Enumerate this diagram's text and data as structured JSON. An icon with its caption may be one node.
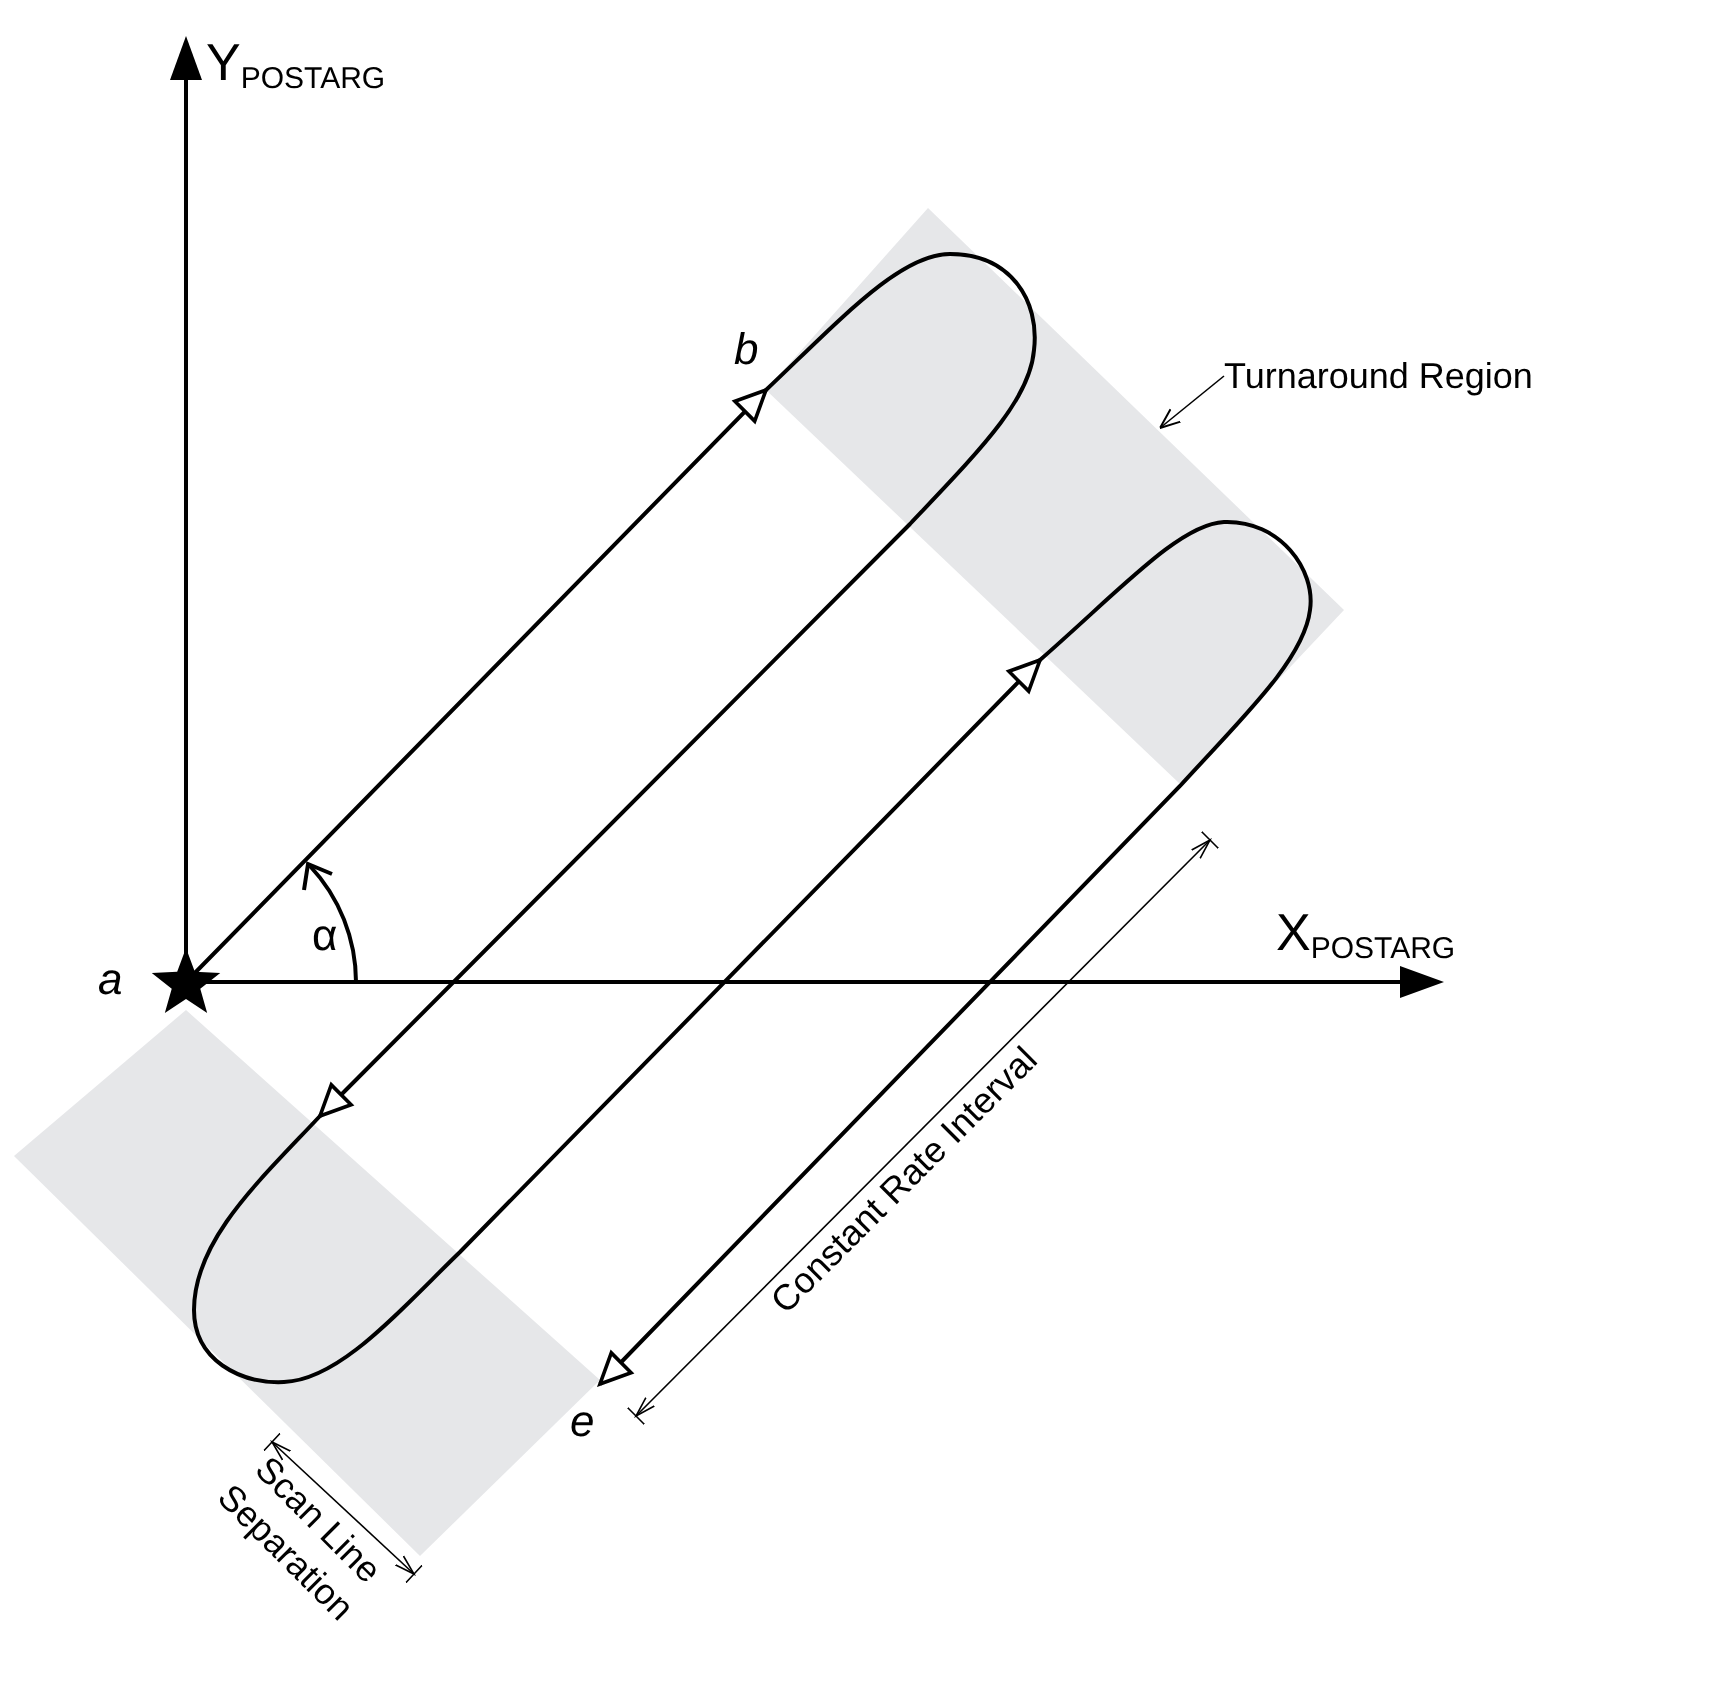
{
  "diagram": {
    "nodes": [
      {
        "text": [
          "Turnaround Region"
        ]
      },
      {
        "text": [],
        "shape": "box"
      },
      {
        "text": [],
        "shape": "box"
      }
    ],
    "edges": [
      {
        "from": 0,
        "to": 1,
        "arrow": "to"
      }
    ],
    "labels": [
      "Y$_{POSTARG}$",
      "b",
      "X$_{POSTARG}$",
      "a",
      "α",
      "e",
      "Constant Rate Interval",
      "Scan Line Separation"
    ]
  }
}
